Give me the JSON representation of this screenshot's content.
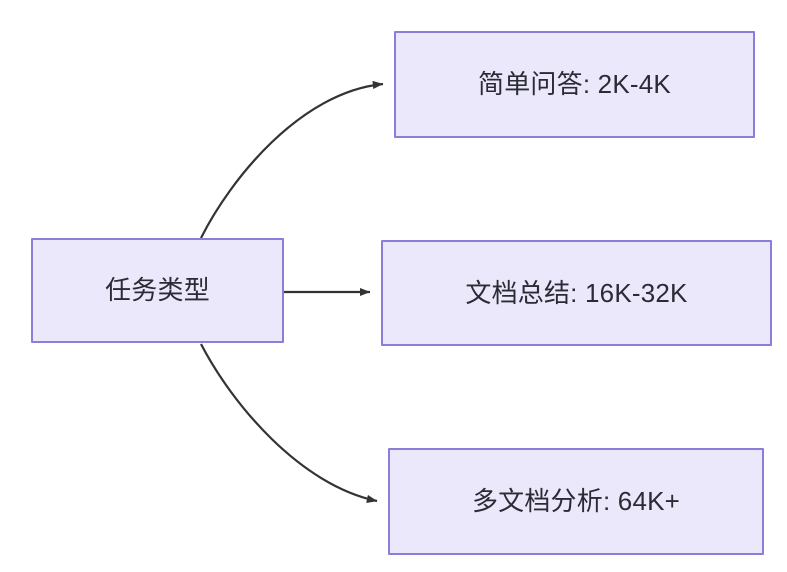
{
  "diagram": {
    "type": "flowchart",
    "direction": "left-to-right",
    "background_color": "#ffffff",
    "node_fill_color": "#ebe8fb",
    "node_border_color": "#8e7cd8",
    "node_text_color": "#2b2b35",
    "edge_color": "#333333",
    "source": {
      "id": "task-type",
      "label": "任务类型"
    },
    "targets": [
      {
        "id": "simple-qa",
        "label": "简单问答: 2K-4K",
        "category": "简单问答",
        "range": "2K-4K"
      },
      {
        "id": "doc-summary",
        "label": "文档总结: 16K-32K",
        "category": "文档总结",
        "range": "16K-32K"
      },
      {
        "id": "multi-doc-analysis",
        "label": "多文档分析: 64K+",
        "category": "多文档分析",
        "range": "64K+"
      }
    ],
    "edges": [
      {
        "id": "edge-to-simple-qa",
        "from": "任务类型",
        "to": "简单问答: 2K-4K",
        "style": "curved-up",
        "label": ""
      },
      {
        "id": "edge-to-doc-summary",
        "from": "任务类型",
        "to": "文档总结: 16K-32K",
        "style": "straight",
        "label": ""
      },
      {
        "id": "edge-to-multi-doc",
        "from": "任务类型",
        "to": "多文档分析: 64K+",
        "style": "curved-down",
        "label": ""
      }
    ]
  }
}
